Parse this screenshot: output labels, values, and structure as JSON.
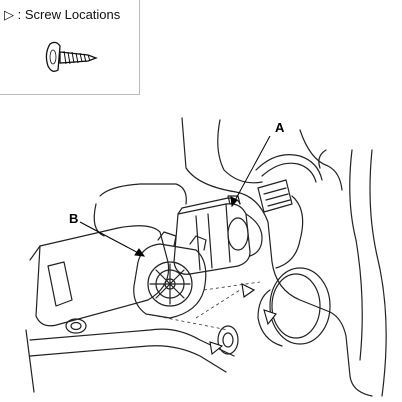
{
  "legend": {
    "symbol": "▷",
    "separator": ":",
    "label": "Screw Locations"
  },
  "callouts": {
    "a": "A",
    "b": "B"
  }
}
